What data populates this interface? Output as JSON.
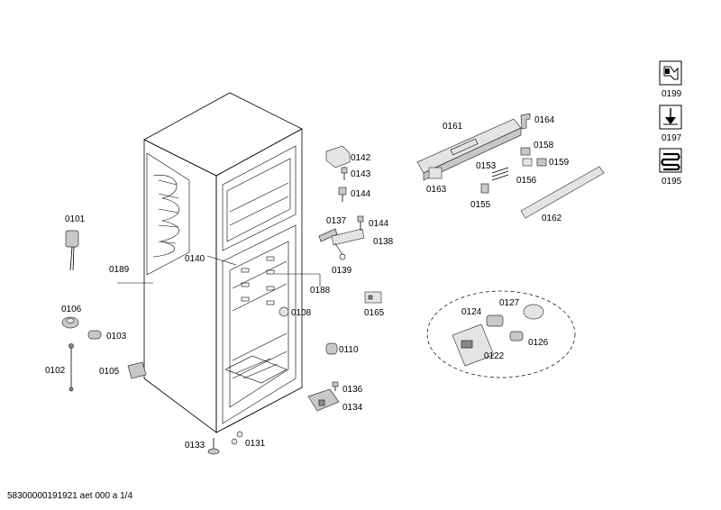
{
  "footer": {
    "doc_id": "58300000191921 aet 000 a 1/4"
  },
  "side_icons": [
    {
      "label": "0199",
      "icon": "wrench-tool-icon"
    },
    {
      "label": "0197",
      "icon": "down-arrow-tool-icon"
    },
    {
      "label": "0195",
      "icon": "heating-coil-icon"
    }
  ],
  "labels": {
    "p0101": "0101",
    "p0189": "0189",
    "p0106": "0106",
    "p0103": "0103",
    "p0102": "0102",
    "p0105": "0105",
    "p0133": "0133",
    "p0131": "0131",
    "p0140": "0140",
    "p0142": "0142",
    "p0143": "0143",
    "p0144a": "0144",
    "p0137": "0137",
    "p0144b": "0144",
    "p0138": "0138",
    "p0139": "0139",
    "p0188": "0188",
    "p0108": "0108",
    "p0165": "0165",
    "p0110": "0110",
    "p0136": "0136",
    "p0134": "0134",
    "p0161": "0161",
    "p0164": "0164",
    "p0158": "0158",
    "p0153": "0153",
    "p0159": "0159",
    "p0163": "0163",
    "p0156": "0156",
    "p0155": "0155",
    "p0162": "0162",
    "p0127": "0127",
    "p0124": "0124",
    "p0126": "0126",
    "p0122": "0122"
  }
}
